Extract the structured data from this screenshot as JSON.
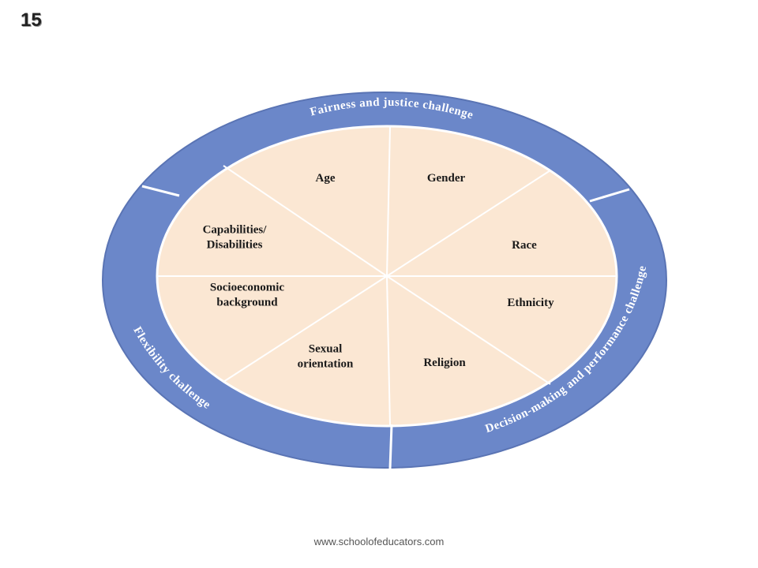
{
  "slide": {
    "number": "15",
    "footer": "www.schoolofeducators.com"
  },
  "diagram": {
    "colors": {
      "ring": "#6b87c9",
      "ring_dark": "#5a74b4",
      "inner": "#fbe7d3",
      "divider": "#ffffff",
      "ring_text": "#ffffff",
      "segment_text": "#1a1a1a"
    },
    "segments": [
      {
        "lines": [
          "Age"
        ]
      },
      {
        "lines": [
          "Gender"
        ]
      },
      {
        "lines": [
          "Race"
        ]
      },
      {
        "lines": [
          "Ethnicity"
        ]
      },
      {
        "lines": [
          "Religion"
        ]
      },
      {
        "lines": [
          "Sexual",
          "orientation"
        ]
      },
      {
        "lines": [
          "Socioeconomic",
          "background"
        ]
      },
      {
        "lines": [
          "Capabilities/",
          "Disabilities"
        ]
      }
    ],
    "ring_labels": {
      "top": "Fairness and justice challenge",
      "right": "Decision-making and performance challenge",
      "left": "Flexibility challenge"
    }
  }
}
